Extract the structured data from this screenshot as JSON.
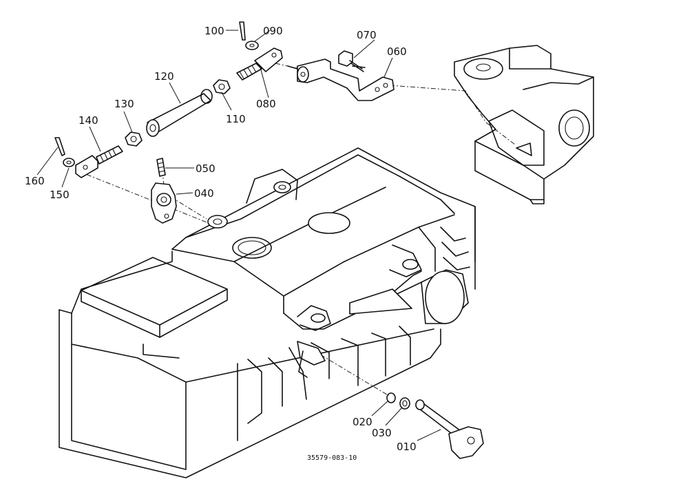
{
  "callouts": {
    "c010": "010",
    "c020": "020",
    "c030": "030",
    "c040": "040",
    "c050": "050",
    "c060": "060",
    "c070": "070",
    "c080": "080",
    "c090": "090",
    "c100": "100",
    "c110": "110",
    "c120": "120",
    "c130": "130",
    "c140": "140",
    "c150": "150",
    "c160": "160"
  },
  "drawing_number": "35579-083-10"
}
